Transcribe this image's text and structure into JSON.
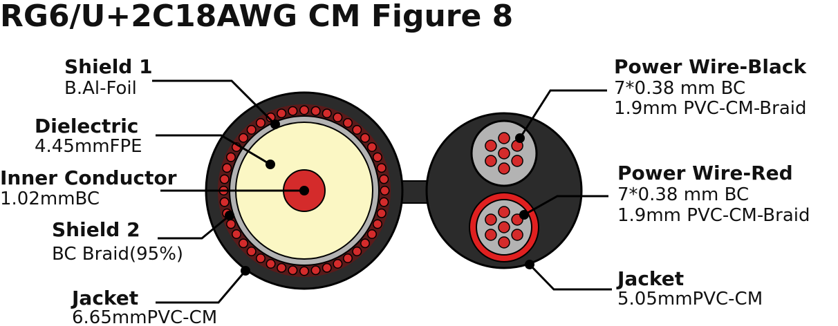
{
  "title": "RG6/U+2C18AWG CM Figure 8",
  "left": {
    "shield1": {
      "name": "Shield 1",
      "spec": "B.Al-Foil"
    },
    "dielectric": {
      "name": "Dielectric",
      "spec": "4.45mmFPE"
    },
    "inner": {
      "name": "Inner Conductor",
      "spec": "1.02mmBC"
    },
    "shield2": {
      "name": "Shield 2",
      "spec": "BC Braid(95%)"
    },
    "jacket": {
      "name": "Jacket",
      "spec": "6.65mmPVC-CM"
    }
  },
  "right": {
    "black": {
      "name": "Power Wire-Black",
      "spec1": "7*0.38 mm BC",
      "spec2": "1.9mm PVC-CM-Braid"
    },
    "red": {
      "name": "Power Wire-Red",
      "spec1": "7*0.38 mm BC",
      "spec2": "1.9mm PVC-CM-Braid"
    },
    "jacket": {
      "name": "Jacket",
      "spec": "5.05mmPVC-CM"
    }
  },
  "colors": {
    "jacket": "#2b2b2b",
    "braid_bg": "#5a1a1a",
    "braid_dot": "#d42b2b",
    "foil": "#b3b3b3",
    "dielectric": "#fbf7c4",
    "conductor": "#d42b2b",
    "wire_insulation": "#b3b3b3",
    "red_wire_ring": "#e02020",
    "strand": "#d42b2b"
  }
}
